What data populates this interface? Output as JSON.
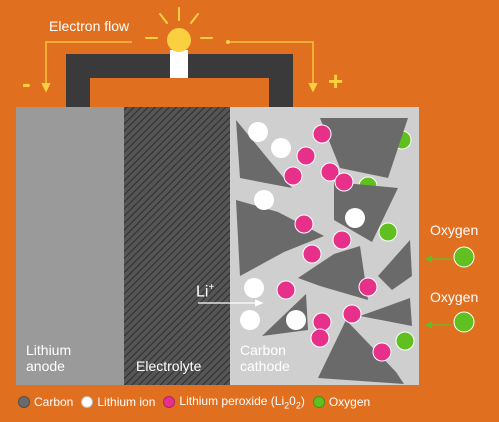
{
  "labels": {
    "electron_flow": "Electron flow",
    "minus": "-",
    "plus": "+",
    "li_ion": "Li",
    "li_ion_charge": "+",
    "anode_line1": "Lithium",
    "anode_line2": "anode",
    "electrolyte": "Electrolyte",
    "cathode_line1": "Carbon",
    "cathode_line2": "cathode",
    "oxygen_top": "Oxygen",
    "oxygen_bottom": "Oxygen"
  },
  "legend": [
    {
      "label": "Carbon",
      "color": "#6a6a6a"
    },
    {
      "label": "Lithium ion",
      "color": "#ffffff"
    },
    {
      "label": "Lithium peroxide (Li",
      "sub": "2",
      "label_mid": "0",
      "sub2": "2",
      "label_end": ")",
      "color": "#e6308a"
    },
    {
      "label": "Oxygen",
      "color": "#5fc020"
    }
  ],
  "colors": {
    "background": "#e07020",
    "wire": "#3a3a3a",
    "anode": "#9a9a9a",
    "electrolyte": "#555555",
    "cathode": "#cfcfcf",
    "carbon": "#6a6a6a",
    "lithium_ion": "#ffffff",
    "lithium_peroxide": "#e6308a",
    "oxygen": "#5fc020",
    "bulb": "#f8d040"
  }
}
